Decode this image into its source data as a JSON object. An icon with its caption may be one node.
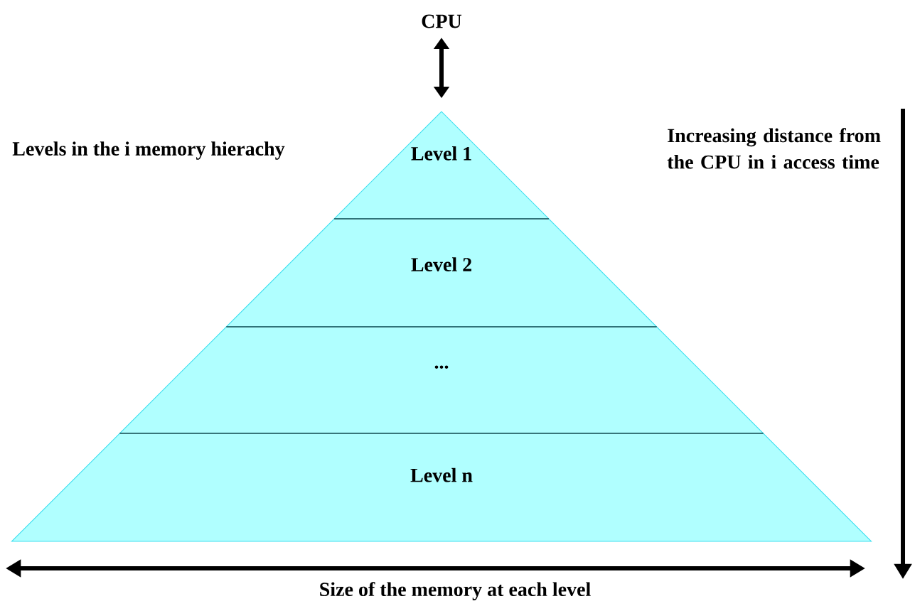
{
  "diagram": {
    "nodes": [
      {
        "text": [
          "CPU"
        ]
      },
      {
        "text": [
          "Level 1"
        ]
      },
      {
        "text": [
          "Level 2"
        ]
      },
      {
        "text": [
          "..."
        ]
      },
      {
        "text": [
          "Level n"
        ]
      }
    ],
    "edges": [
      {
        "from": 0,
        "to": 1,
        "arrow": "both"
      }
    ],
    "labels": [
      "Levels in the i memory hierachy",
      "Increasing distance from the CPU in i access time",
      "Size of the memory at each level"
    ]
  }
}
